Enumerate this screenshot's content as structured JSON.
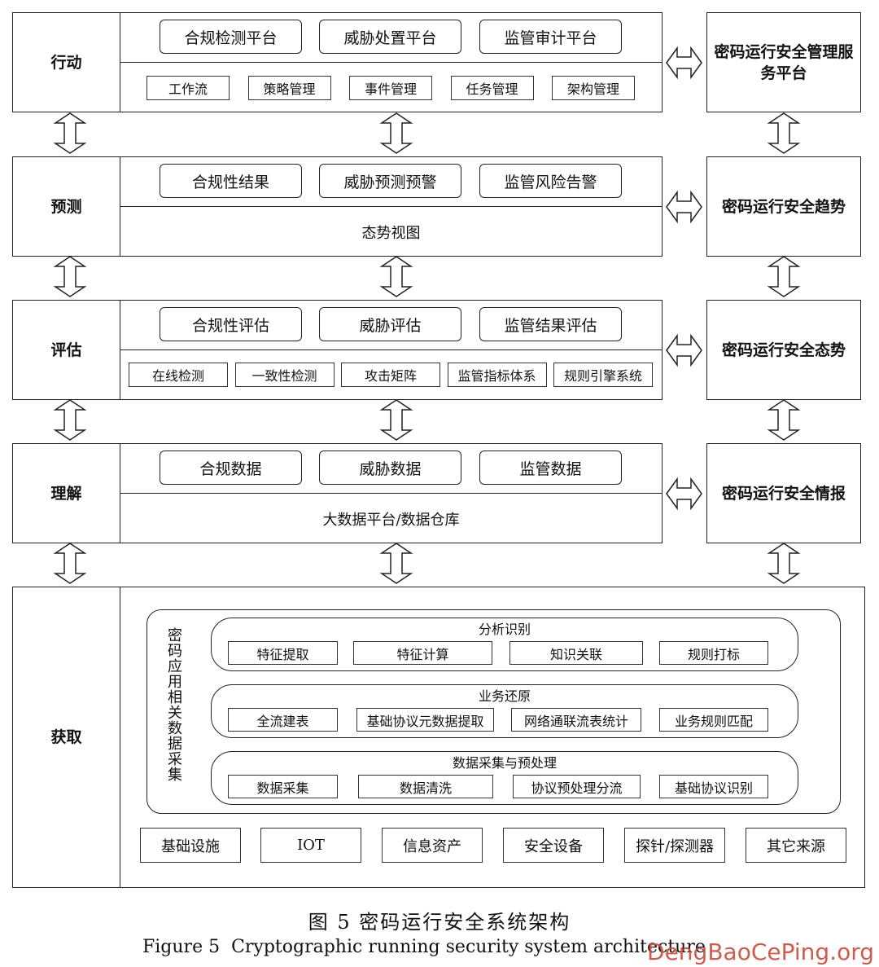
{
  "layers": [
    {
      "key": "action",
      "label": "行动",
      "primary": [
        "合规检测平台",
        "威胁处置平台",
        "监管审计平台"
      ],
      "secondary": [
        "工作流",
        "策略管理",
        "事件管理",
        "任务管理",
        "架构管理"
      ],
      "right": "密码运行安全管理服务平台"
    },
    {
      "key": "predict",
      "label": "预测",
      "primary": [
        "合规性结果",
        "威胁预测预警",
        "监管风险告警"
      ],
      "bottom_text": "态势视图",
      "right": "密码运行安全趋势"
    },
    {
      "key": "assess",
      "label": "评估",
      "primary": [
        "合规性评估",
        "威胁评估",
        "监管结果评估"
      ],
      "secondary": [
        "在线检测",
        "一致性检测",
        "攻击矩阵",
        "监管指标体系",
        "规则引擎系统"
      ],
      "right": "密码运行安全态势"
    },
    {
      "key": "understand",
      "label": "理解",
      "primary": [
        "合规数据",
        "威胁数据",
        "监管数据"
      ],
      "bottom_text": "大数据平台/数据仓库",
      "right": "密码运行安全情报"
    }
  ],
  "acquire": {
    "label": "获取",
    "collection_title": "密码应用相关数据采集",
    "groups": [
      {
        "title": "分析识别",
        "items": [
          "特征提取",
          "特征计算",
          "知识关联",
          "规则打标"
        ]
      },
      {
        "title": "业务还原",
        "items": [
          "全流建表",
          "基础协议元数据提取",
          "网络通联流表统计",
          "业务规则匹配"
        ]
      },
      {
        "title": "数据采集与预处理",
        "items": [
          "数据采集",
          "数据清洗",
          "协议预处理分流",
          "基础协议识别"
        ]
      }
    ],
    "sources": [
      "基础设施",
      "IOT",
      "信息资产",
      "安全设备",
      "探针/探测器",
      "其它来源"
    ]
  },
  "caption": {
    "zh": "图 5  密码运行安全系统架构",
    "en": "Figure 5  Cryptographic running security system architecture"
  },
  "watermark": "DengBaoCePing.org"
}
